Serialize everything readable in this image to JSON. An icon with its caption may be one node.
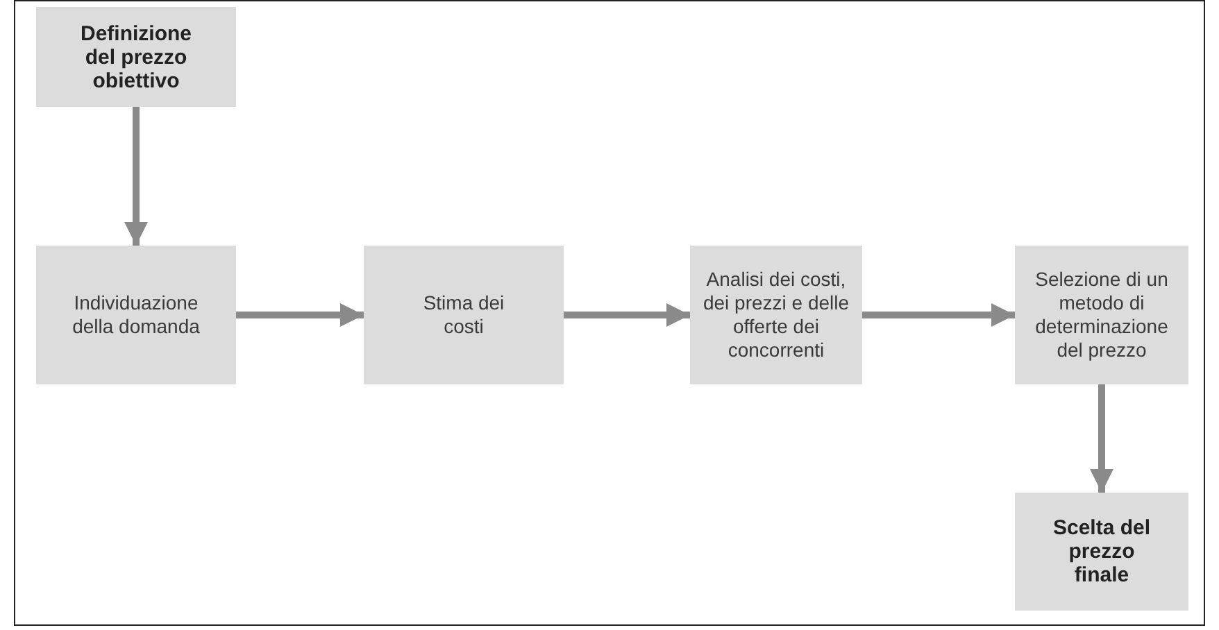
{
  "diagram": {
    "nodes": [
      {
        "text": [
          "Definizione del prezzo obiettivo"
        ]
      },
      {
        "text": [
          "Individuazione della domanda"
        ]
      },
      {
        "text": [
          "Stima dei costi"
        ]
      },
      {
        "text": [
          "Analisi dei costi, dei prezzi e delle offerte dei concorrenti"
        ]
      },
      {
        "text": [
          "Selezione di un metodo di determinazione del prezzo"
        ]
      },
      {
        "text": [
          "Scelta del prezzo finale"
        ]
      }
    ],
    "edges": [
      {
        "from": 0,
        "to": 1,
        "arrow": "to"
      },
      {
        "from": 1,
        "to": 2,
        "arrow": "to"
      },
      {
        "from": 2,
        "to": 3,
        "arrow": "to"
      },
      {
        "from": 3,
        "to": 4,
        "arrow": "to"
      },
      {
        "from": 4,
        "to": 5,
        "arrow": "to"
      }
    ]
  }
}
